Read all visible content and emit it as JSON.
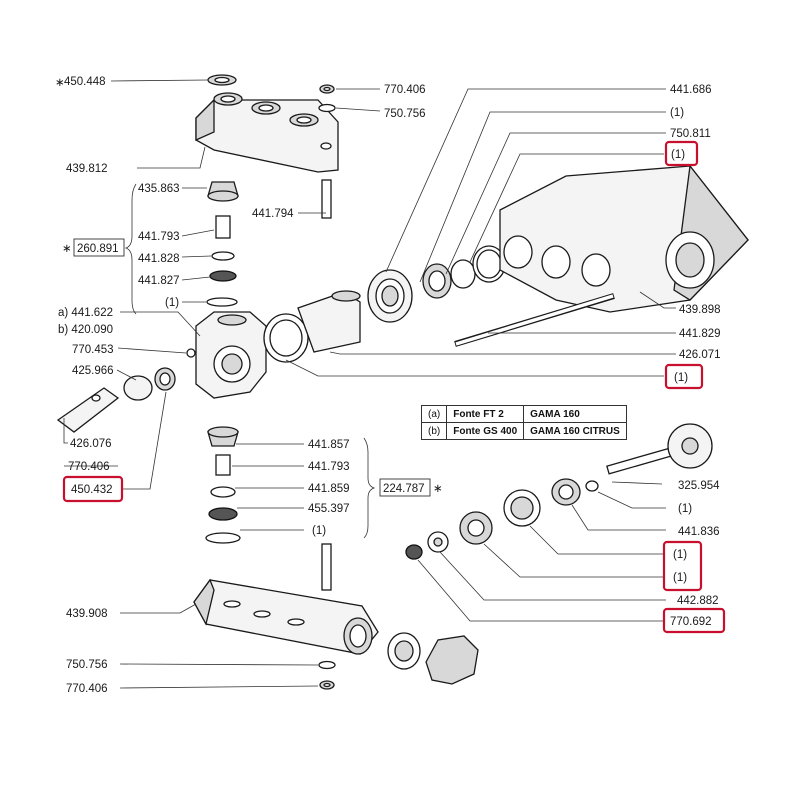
{
  "labels": {
    "l_450_448": "450.448",
    "l_770_406_top": "770.406",
    "l_750_756_top": "750.756",
    "l_441_686": "441.686",
    "l_1_a": "(1)",
    "l_750_811": "750.811",
    "l_1_b": "(1)",
    "l_439_812": "439.812",
    "l_435_863": "435.863",
    "l_441_794": "441.794",
    "l_441_793_top": "441.793",
    "l_260_891": "260.891",
    "l_441_828": "441.828",
    "l_441_827": "441.827",
    "l_1_c": "(1)",
    "l_a_441_622": "a) 441.622",
    "l_b_420_090": "b) 420.090",
    "l_770_453": "770.453",
    "l_439_898": "439.898",
    "l_441_829": "441.829",
    "l_426_071": "426.071",
    "l_1_d": "(1)",
    "l_425_966": "425.966",
    "l_426_076": "426.076",
    "l_770_406_mid": "770.406",
    "l_450_432": "450.432",
    "l_441_857": "441.857",
    "l_441_793_bot": "441.793",
    "l_441_859": "441.859",
    "l_224_787": "224.787",
    "l_455_397": "455.397",
    "l_1_e": "(1)",
    "l_325_954": "325.954",
    "l_1_f": "(1)",
    "l_441_836": "441.836",
    "l_1_g": "(1)",
    "l_1_h": "(1)",
    "l_442_882": "442.882",
    "l_770_692": "770.692",
    "l_439_908": "439.908",
    "l_750_756_bot": "750.756",
    "l_770_406_bot": "770.406",
    "star": "∗"
  },
  "legend": {
    "rows": [
      {
        "key": "(a)",
        "model": "Fonte FT 2",
        "gama": "GAMA 160"
      },
      {
        "key": "(b)",
        "model": "Fonte GS 400",
        "gama": "GAMA 160 CITRUS"
      }
    ]
  },
  "colors": {
    "highlight": "#c8102e",
    "line": "#333333"
  }
}
